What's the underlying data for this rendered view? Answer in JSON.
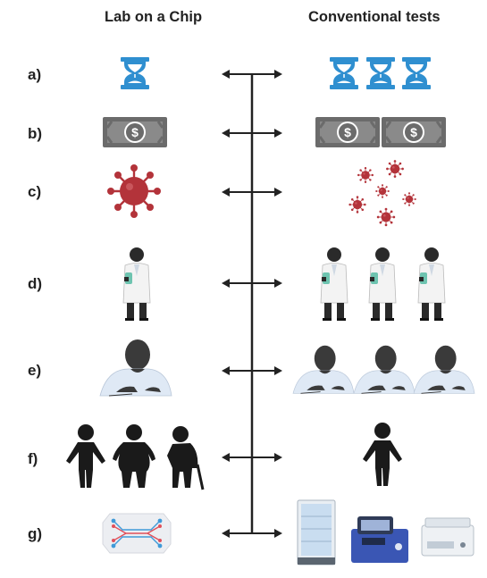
{
  "header": {
    "left_title": "Lab on a Chip",
    "right_title": "Conventional tests"
  },
  "rows": [
    {
      "label": "a)",
      "left_icon": "hourglass-icon",
      "right_icon": "hourglass-icon",
      "right_count": 3
    },
    {
      "label": "b)",
      "left_icon": "dollar-bill-icon",
      "right_icon": "dollar-bill-icon",
      "right_count": 2
    },
    {
      "label": "c)",
      "left_icon": "virus-icon",
      "right_icon": "small-virus-icon",
      "right_count": 6
    },
    {
      "label": "d)",
      "left_icon": "lab-technician-icon",
      "right_icon": "lab-technician-icon",
      "right_count": 3
    },
    {
      "label": "e)",
      "left_icon": "patient-writing-icon",
      "right_icon": "patient-writing-icon",
      "right_count": 3
    },
    {
      "label": "f)",
      "left_icon": "person-icon",
      "right_icon": "person-icon",
      "left_count": 3,
      "right_count": 1
    },
    {
      "label": "g)",
      "left_icon": "microfluidic-chip-icon",
      "right_icon": "lab-equipment-icon",
      "right_count": 3
    }
  ],
  "colors": {
    "hourglass": "#2f8fd0",
    "bill": "#6b6b6b",
    "virus": "#b3333a",
    "silhouette": "#1a1a1a",
    "coat": "#f3f3f3",
    "shirt": "#dfe9f5",
    "chip_red": "#e0505a",
    "chip_blue": "#3f9ad8",
    "arrow": "#222222"
  }
}
